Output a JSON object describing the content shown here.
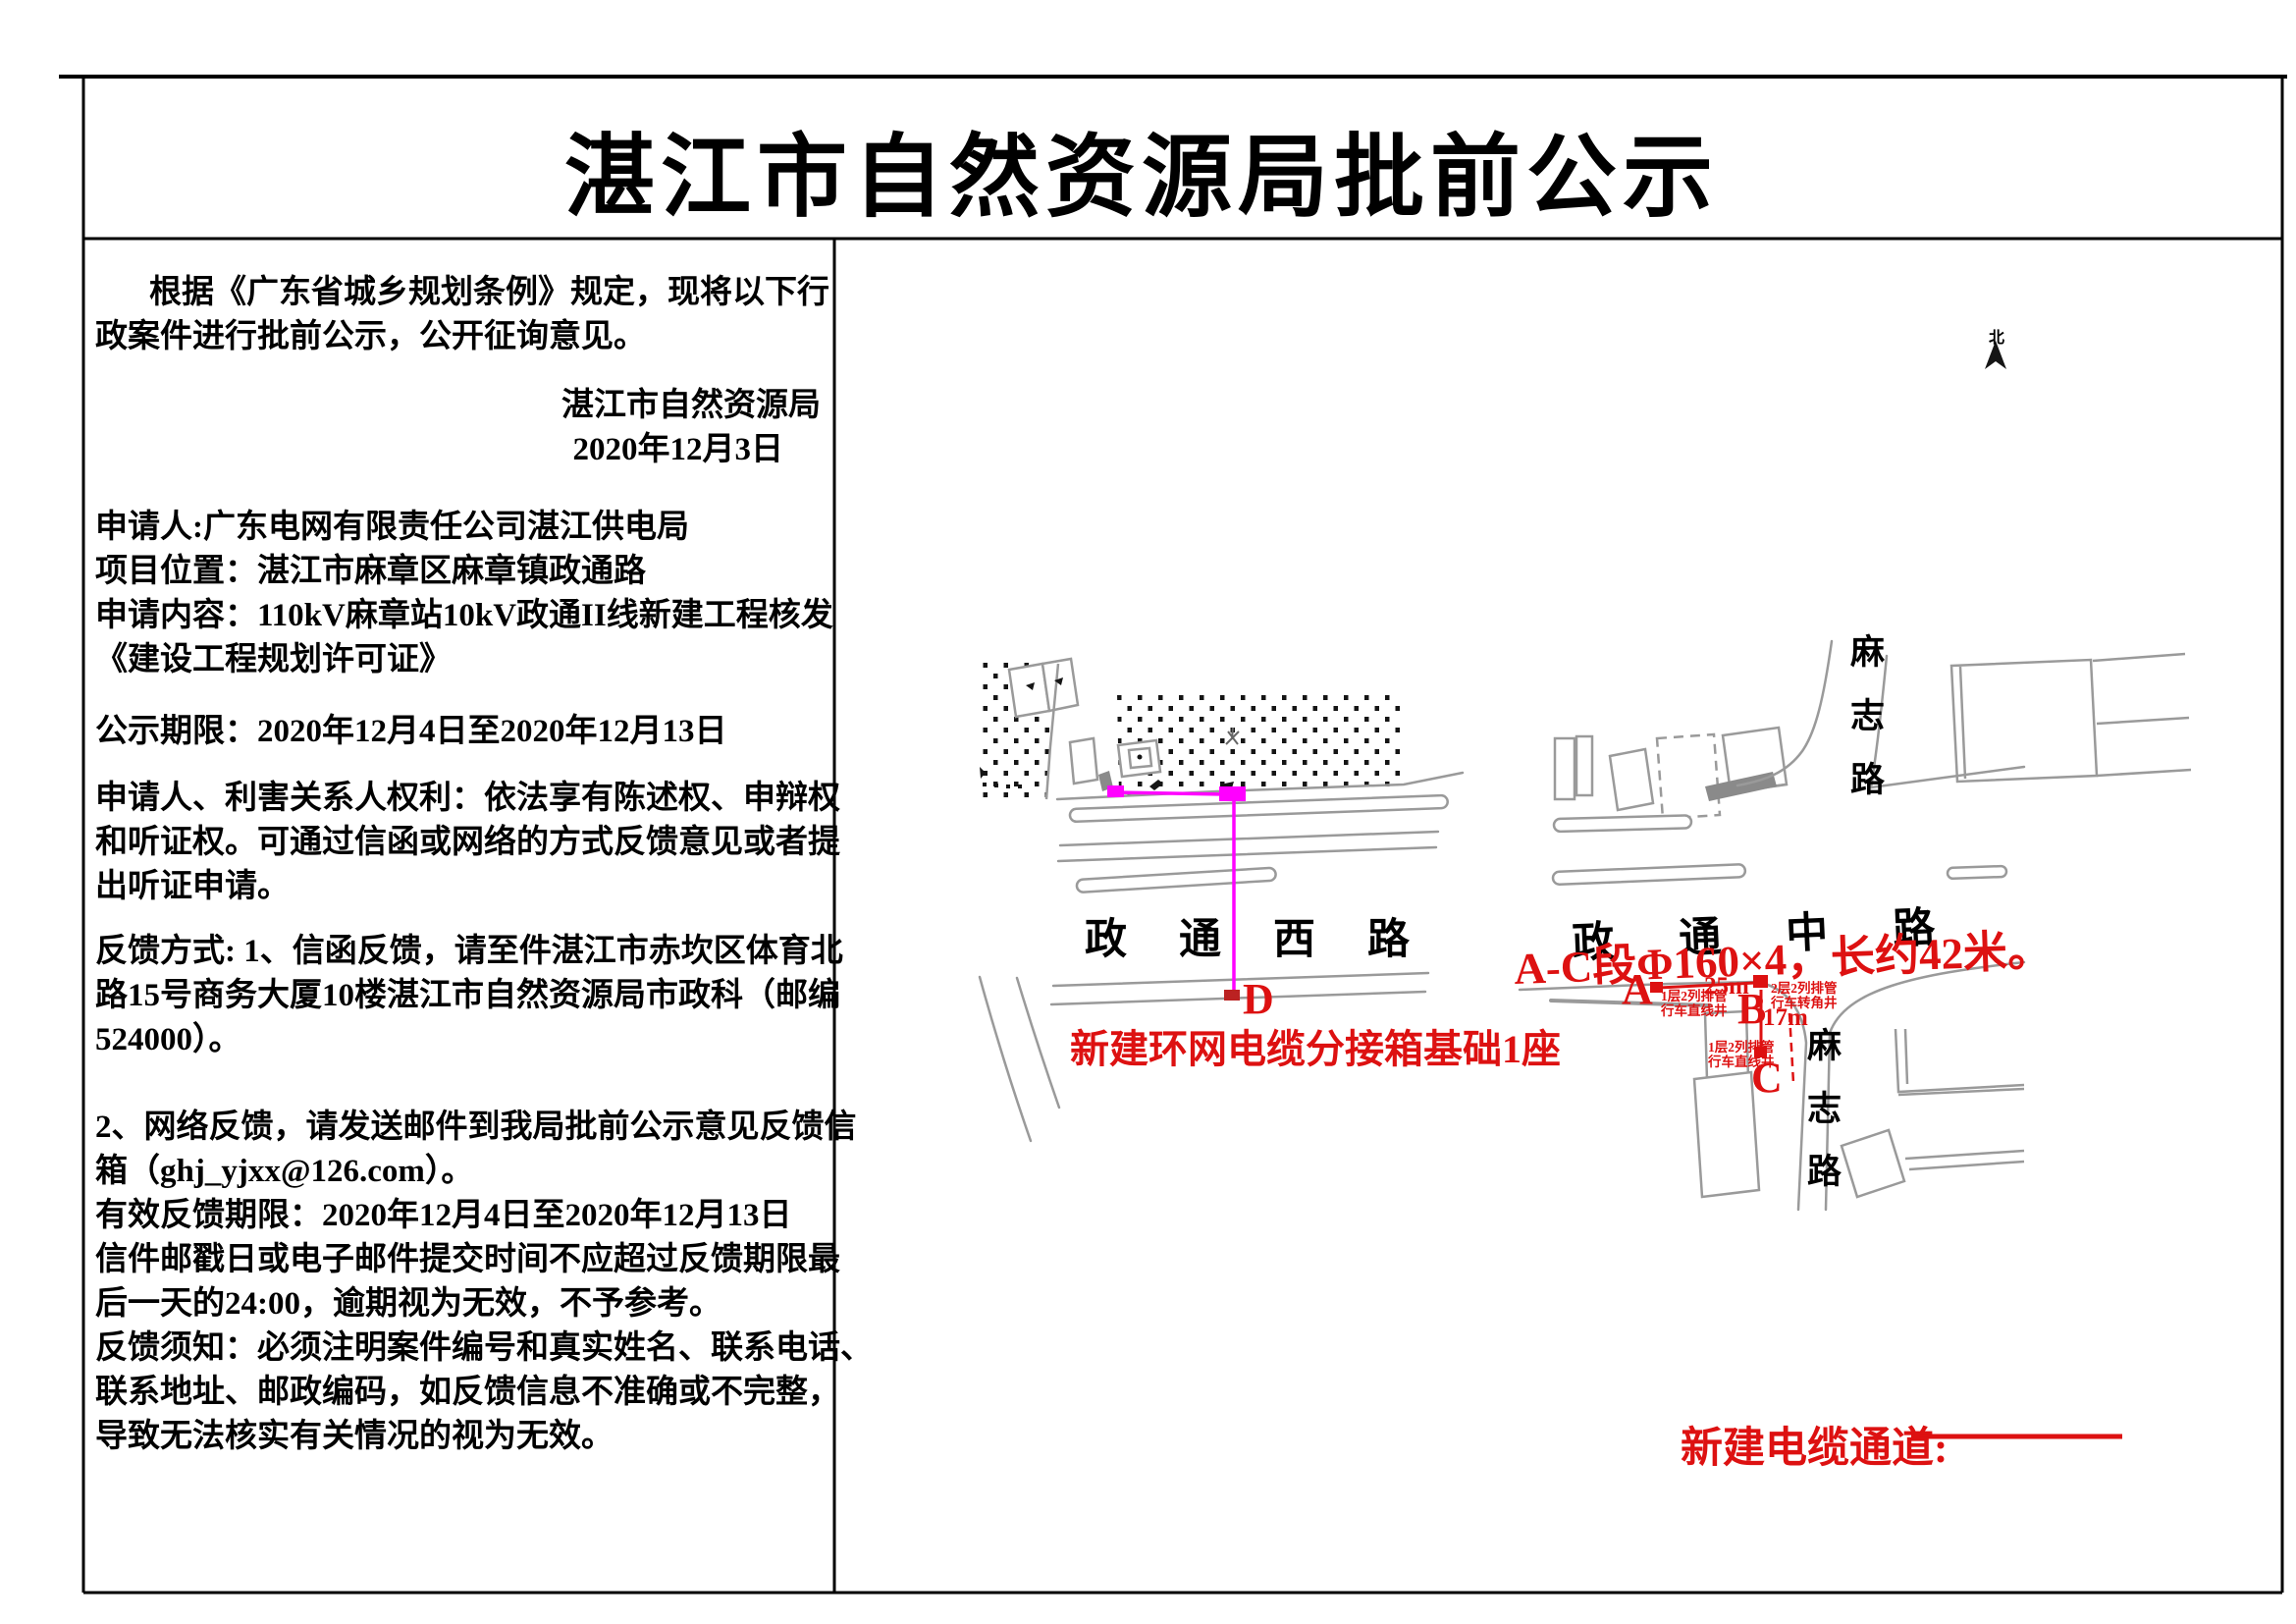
{
  "title": "湛江市自然资源局批前公示",
  "left_panel": {
    "lines": [
      "根据《广东省城乡规划条例》规定，现将以下行",
      "政案件进行批前公示，公开征询意见。",
      "湛江市自然资源局",
      "2020年12月3日",
      "申请人:广东电网有限责任公司湛江供电局",
      "项目位置：湛江市麻章区麻章镇政通路",
      "申请内容：110kV麻章站10kV政通II线新建工程核发",
      "《建设工程规划许可证》",
      "公示期限：2020年12月4日至2020年12月13日",
      "申请人、利害关系人权利：依法享有陈述权、申辩权",
      "和听证权。可通过信函或网络的方式反馈意见或者提",
      "出听证申请。",
      "反馈方式: 1、信函反馈，请至件湛江市赤坎区体育北",
      "路15号商务大厦10楼湛江市自然资源局市政科（邮编",
      "524000）。",
      "2、网络反馈，请发送邮件到我局批前公示意见反馈信",
      "箱（ghj_yjxx@126.com）。",
      "有效反馈期限：2020年12月4日至2020年12月13日",
      "信件邮戳日或电子邮件提交时间不应超过反馈期限最",
      "后一天的24:00，逾期视为无效，不予参考。",
      "反馈须知：必须注明案件编号和真实姓名、联系电话、",
      "联系地址、邮政编码，如反馈信息不准确或不完整，",
      "导致无法核实有关情况的视为无效。"
    ]
  },
  "map": {
    "north_label": "北",
    "road_labels": {
      "zhengtong_west": "政通西路",
      "zhengtong_middle": "政通中路",
      "mazhi_top": "麻志路",
      "mazhi_bottom": "麻志路"
    },
    "red_spec": "A-C段Φ160×4，长约42米。",
    "red_note": "新建环网电缆分接箱基础1座",
    "points": {
      "a": "A",
      "b": "B",
      "c": "C",
      "d": "D"
    },
    "distances": {
      "ab": "25m",
      "bc": "17m"
    },
    "manhole_notes": {
      "a_line1": "1层2列排管",
      "a_line2": "行车直线井",
      "b_line1": "2层2列排管",
      "b_line2": "行车转角井",
      "c_line1": "1层2列排管",
      "c_line2": "行车直线井"
    },
    "legend": {
      "label": "新建电缆通道:"
    }
  },
  "colors": {
    "red": "#dd1111",
    "magenta": "#ff00ff",
    "road_gray": "#9a9a9a"
  }
}
